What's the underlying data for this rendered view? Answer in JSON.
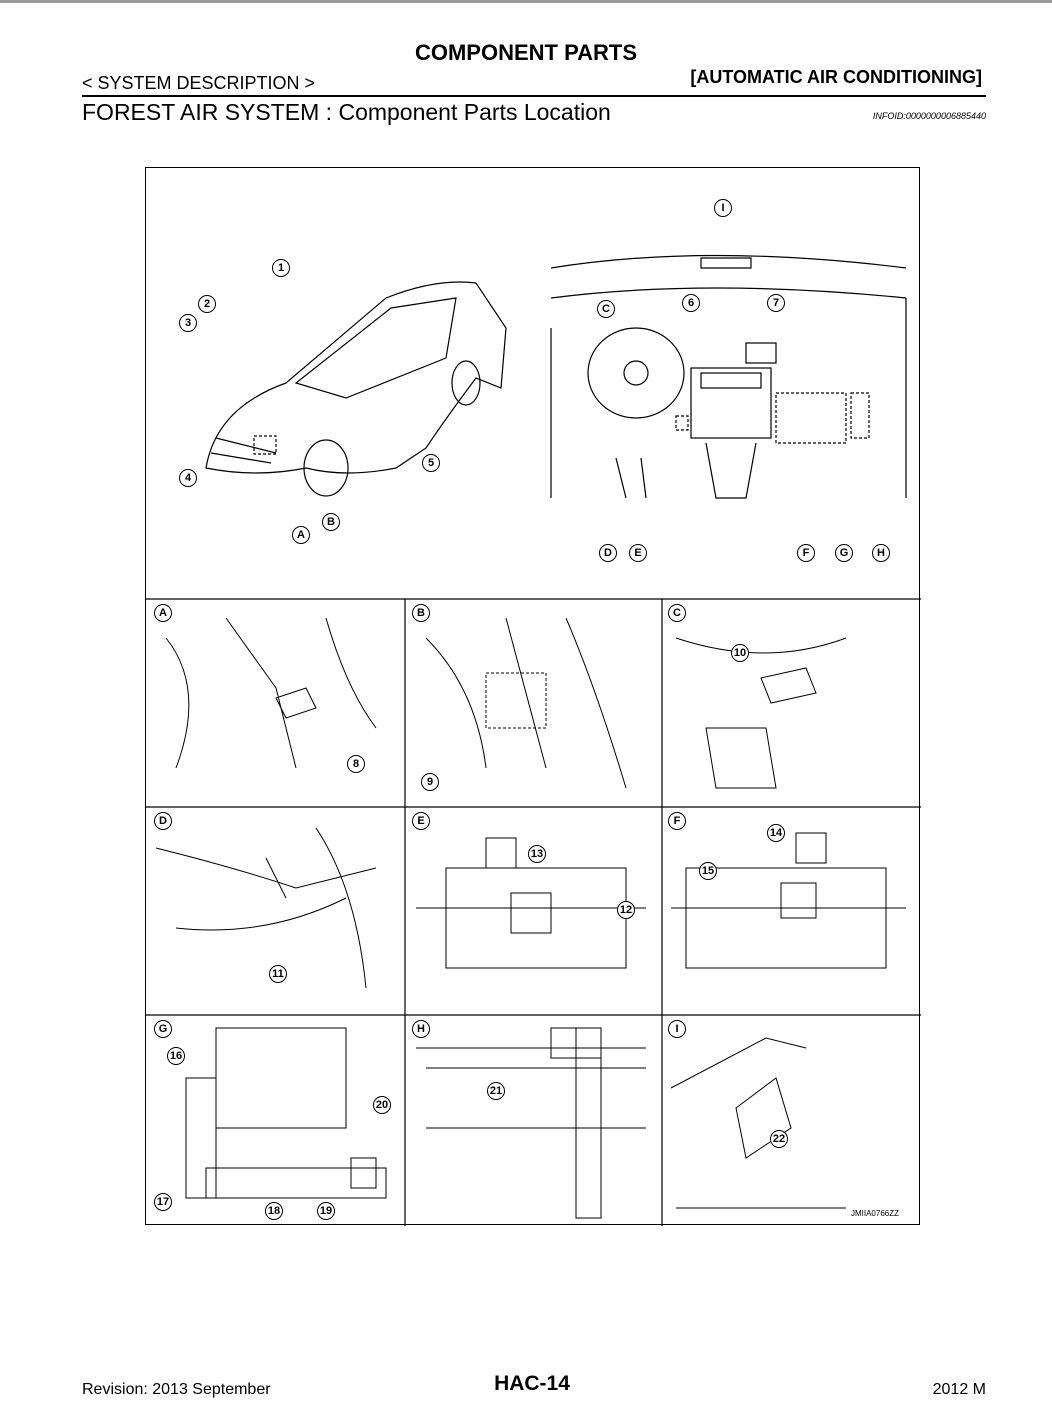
{
  "header": {
    "title": "COMPONENT PARTS",
    "system_description": "< SYSTEM DESCRIPTION >",
    "category": "[AUTOMATIC AIR CONDITIONING]",
    "section_title": "FOREST AIR SYSTEM : Component Parts Location",
    "infoid": "INFOID:0000000006885440"
  },
  "figure": {
    "id": "JMIIA0766ZZ",
    "overview_callouts": [
      "1",
      "2",
      "3",
      "4",
      "5",
      "A",
      "B",
      "I",
      "C",
      "6",
      "7",
      "D",
      "E",
      "F",
      "G",
      "H"
    ],
    "panels": [
      {
        "letter": "A",
        "callouts": [
          "8"
        ]
      },
      {
        "letter": "B",
        "callouts": [
          "9"
        ]
      },
      {
        "letter": "C",
        "callouts": [
          "10"
        ]
      },
      {
        "letter": "D",
        "callouts": [
          "11"
        ]
      },
      {
        "letter": "E",
        "callouts": [
          "13",
          "12"
        ]
      },
      {
        "letter": "F",
        "callouts": [
          "14",
          "15"
        ]
      },
      {
        "letter": "G",
        "callouts": [
          "16",
          "20",
          "17",
          "18",
          "19"
        ]
      },
      {
        "letter": "H",
        "callouts": [
          "21"
        ]
      },
      {
        "letter": "I",
        "callouts": [
          "22"
        ]
      }
    ]
  },
  "footer": {
    "revision": "Revision: 2013 September",
    "page": "HAC-14",
    "model": "2012 M"
  }
}
